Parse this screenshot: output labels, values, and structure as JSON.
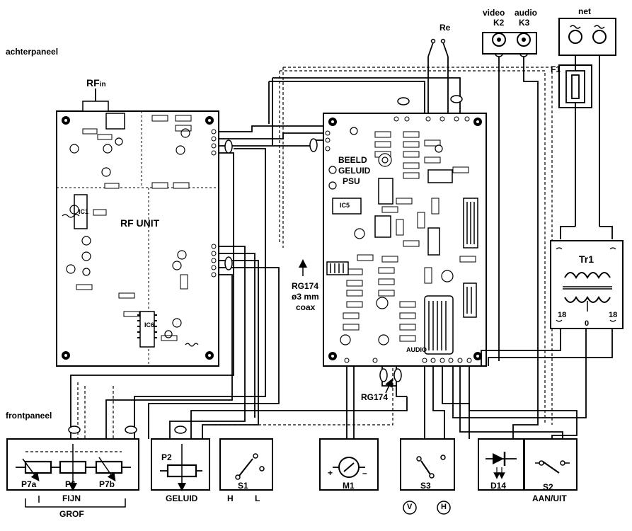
{
  "labels": {
    "achterpaneel": "achterpaneel",
    "frontpaneel": "frontpaneel",
    "rf_in": "RF",
    "rf_in_sub": "in",
    "rf_unit": "RF UNIT",
    "beeld": "BEELD",
    "geluid_psu": "GELUID",
    "psu": "PSU",
    "rg174_top": "RG174",
    "rg174_dia": "ø3 mm",
    "rg174_coax": "coax",
    "rg174_bottom": "RG174",
    "re": "Re",
    "video": "video",
    "k2": "K2",
    "audio": "audio",
    "k3": "K3",
    "net": "net",
    "f1": "F1",
    "tr1": "Tr1",
    "tap_left": "18",
    "tap_mid": "0",
    "tap_right": "18",
    "p7a": "P7a",
    "p6": "P6",
    "p7b": "P7b",
    "fijn": "FIJN",
    "grof": "GROF",
    "p2": "P2",
    "geluid": "GELUID",
    "s1": "S1",
    "s1_h": "H",
    "s1_l": "L",
    "m1": "M1",
    "m1_plus": "+",
    "m1_minus": "–",
    "s3": "S3",
    "s3_v": "V",
    "s3_h": "H",
    "d14": "D14",
    "s2": "S2",
    "aan_uit": "AAN/UIT",
    "ic1": "IC1",
    "ic5": "IC5",
    "ic6": "IC6",
    "audio_pcb": "AUDIO"
  },
  "colors": {
    "ink": "#000000",
    "paper": "#ffffff"
  }
}
